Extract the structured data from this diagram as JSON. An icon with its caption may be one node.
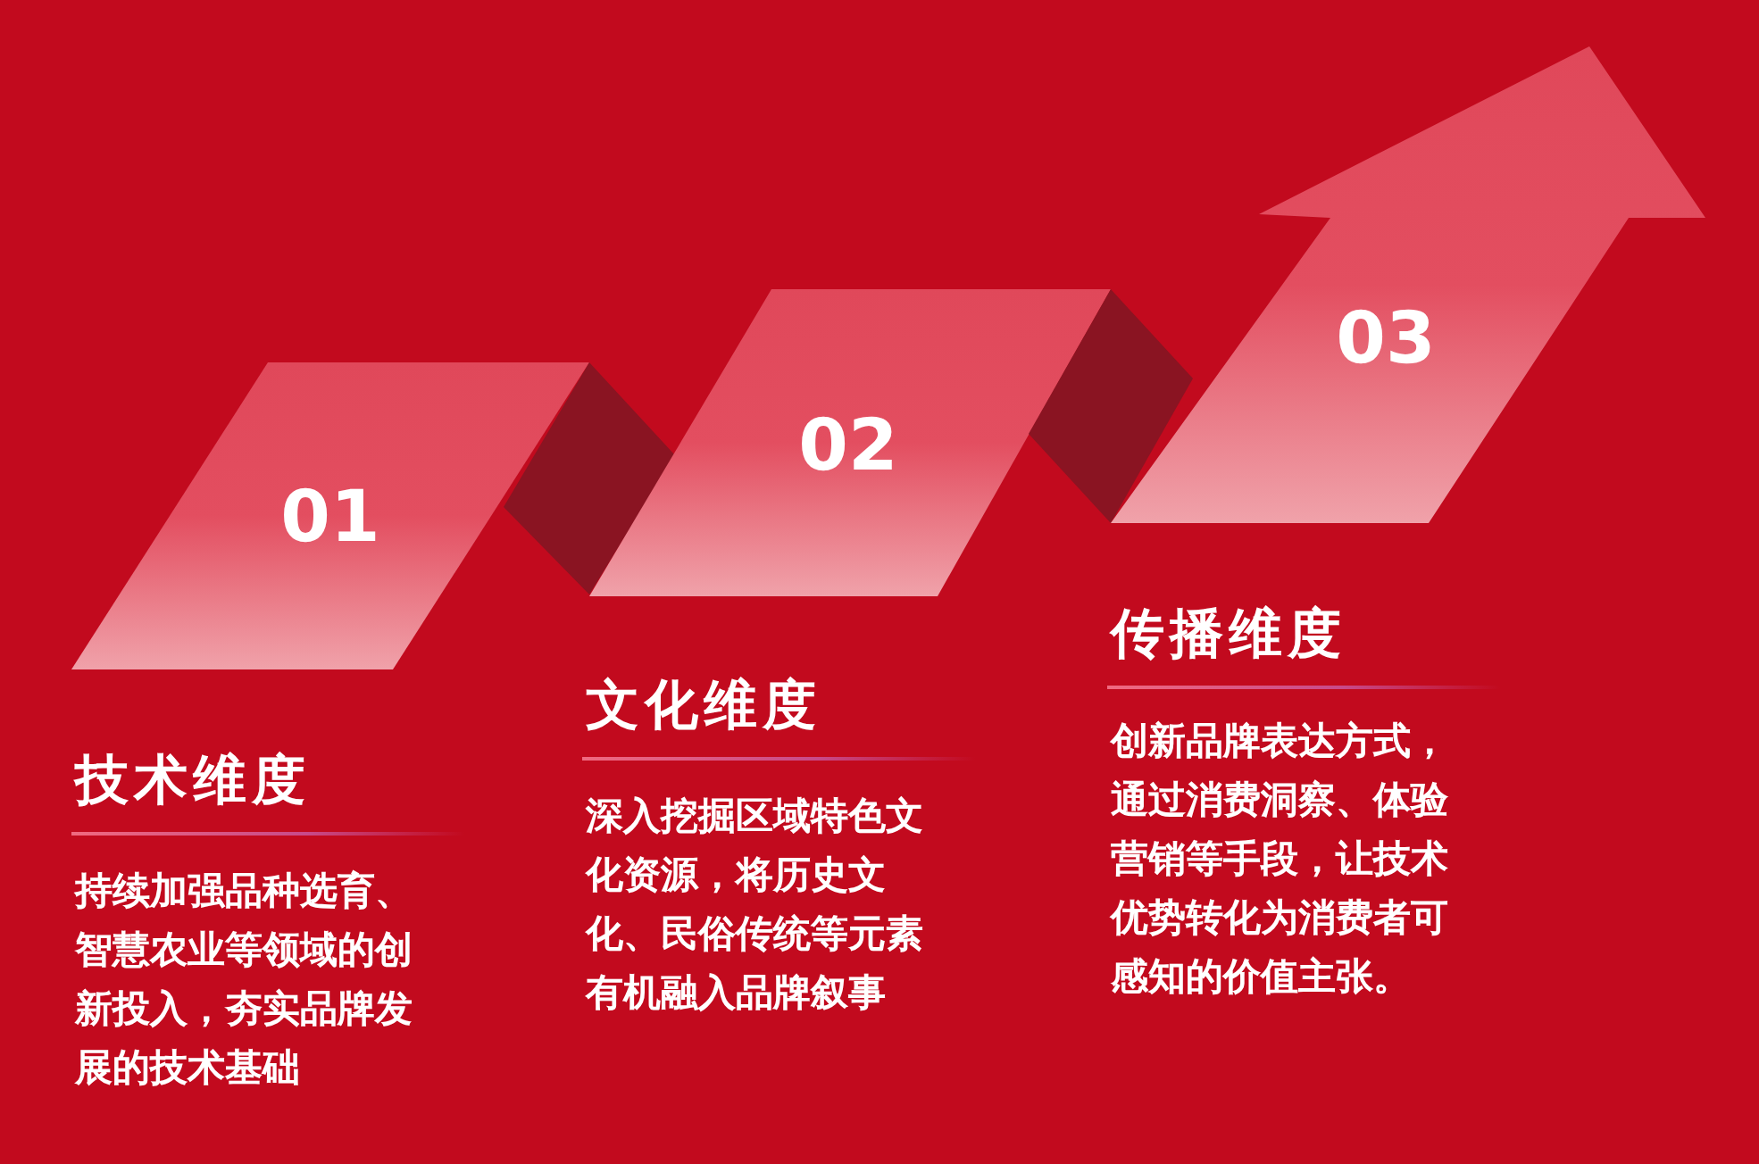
{
  "diagram": {
    "nodes": [
      {
        "text": [
          "01"
        ]
      },
      {
        "text": [],
        "shape": "parallelogram"
      },
      {
        "text": [
          "02"
        ]
      },
      {
        "text": [],
        "shape": "parallelogram"
      },
      {
        "text": [
          "03"
        ]
      }
    ],
    "labels": [
      "文化维度",
      "传播维度",
      "技术维度",
      "深入挖掘区域特色文化资源，将历史文化、民俗传统等元素有机融入品牌叙事",
      "创新品牌表达方式，通过消费洞察、体验营销等手段，让技术优势转化为消费者可感知的价值主张。",
      "持续加强品种选育、智慧农业等领域的创新投入，夯实品牌发展的技术基础"
    ]
  }
}
